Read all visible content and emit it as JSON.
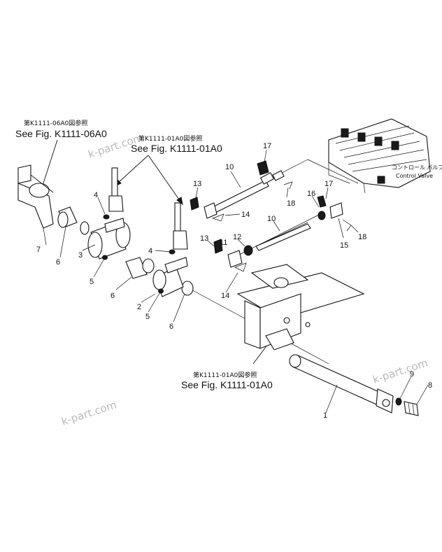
{
  "diagram": {
    "references": [
      {
        "id": "ref-06a0-left",
        "japanese": "第K1111-06A0図参照",
        "english": "See Fig. K1111-06A0"
      },
      {
        "id": "ref-01a0-top",
        "japanese": "第K1111-01A0図参照",
        "english": "See Fig. K1111-01A0"
      },
      {
        "id": "ref-01a0-bottom",
        "japanese": "第K1111-01A0図参照",
        "english": "See Fig. K1111-01A0"
      }
    ],
    "control_valve": {
      "japanese": "コントロール バルブ",
      "english": "Control Valve"
    },
    "callouts": [
      "1",
      "2",
      "3",
      "4",
      "4",
      "5",
      "5",
      "6",
      "6",
      "6",
      "7",
      "8",
      "9",
      "10",
      "10",
      "11",
      "12",
      "13",
      "13",
      "14",
      "14",
      "15",
      "16",
      "17",
      "17",
      "18",
      "18"
    ],
    "watermarks": [
      "k-part.com",
      "k-part.com",
      "k-part.com",
      "k-part.com"
    ]
  }
}
